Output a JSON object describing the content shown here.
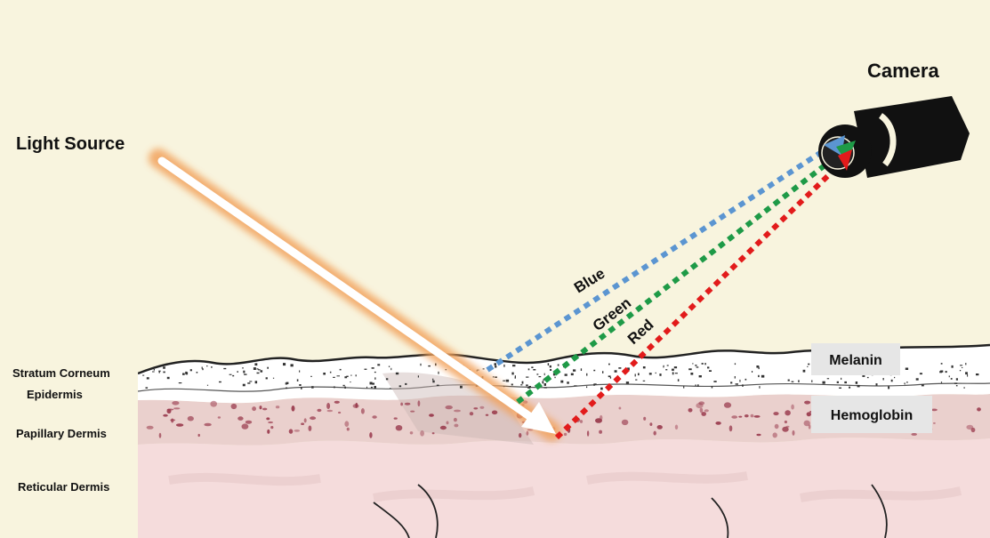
{
  "labels": {
    "light_source": "Light Source",
    "camera": "Camera",
    "blue": "Blue",
    "green": "Green",
    "red": "Red",
    "melanin": "Melanin",
    "hemoglobin": "Hemoglobin"
  },
  "layers": {
    "stratum_corneum": "Stratum Corneum",
    "epidermis": "Epidermis",
    "papillary_dermis": "Papillary Dermis",
    "reticular_dermis": "Reticular Dermis"
  },
  "colors": {
    "background": "#f8f4de",
    "blue_ray": "#5b95d1",
    "green_ray": "#1e9a47",
    "red_ray": "#e21b1b",
    "light_glow": "#f2a35d",
    "papillary": "#ead0cd",
    "reticular": "#f5dcdc",
    "spots": "#9a3b4e"
  },
  "icons": {
    "camera": "camera-icon",
    "light_arrow": "arrow-icon"
  }
}
